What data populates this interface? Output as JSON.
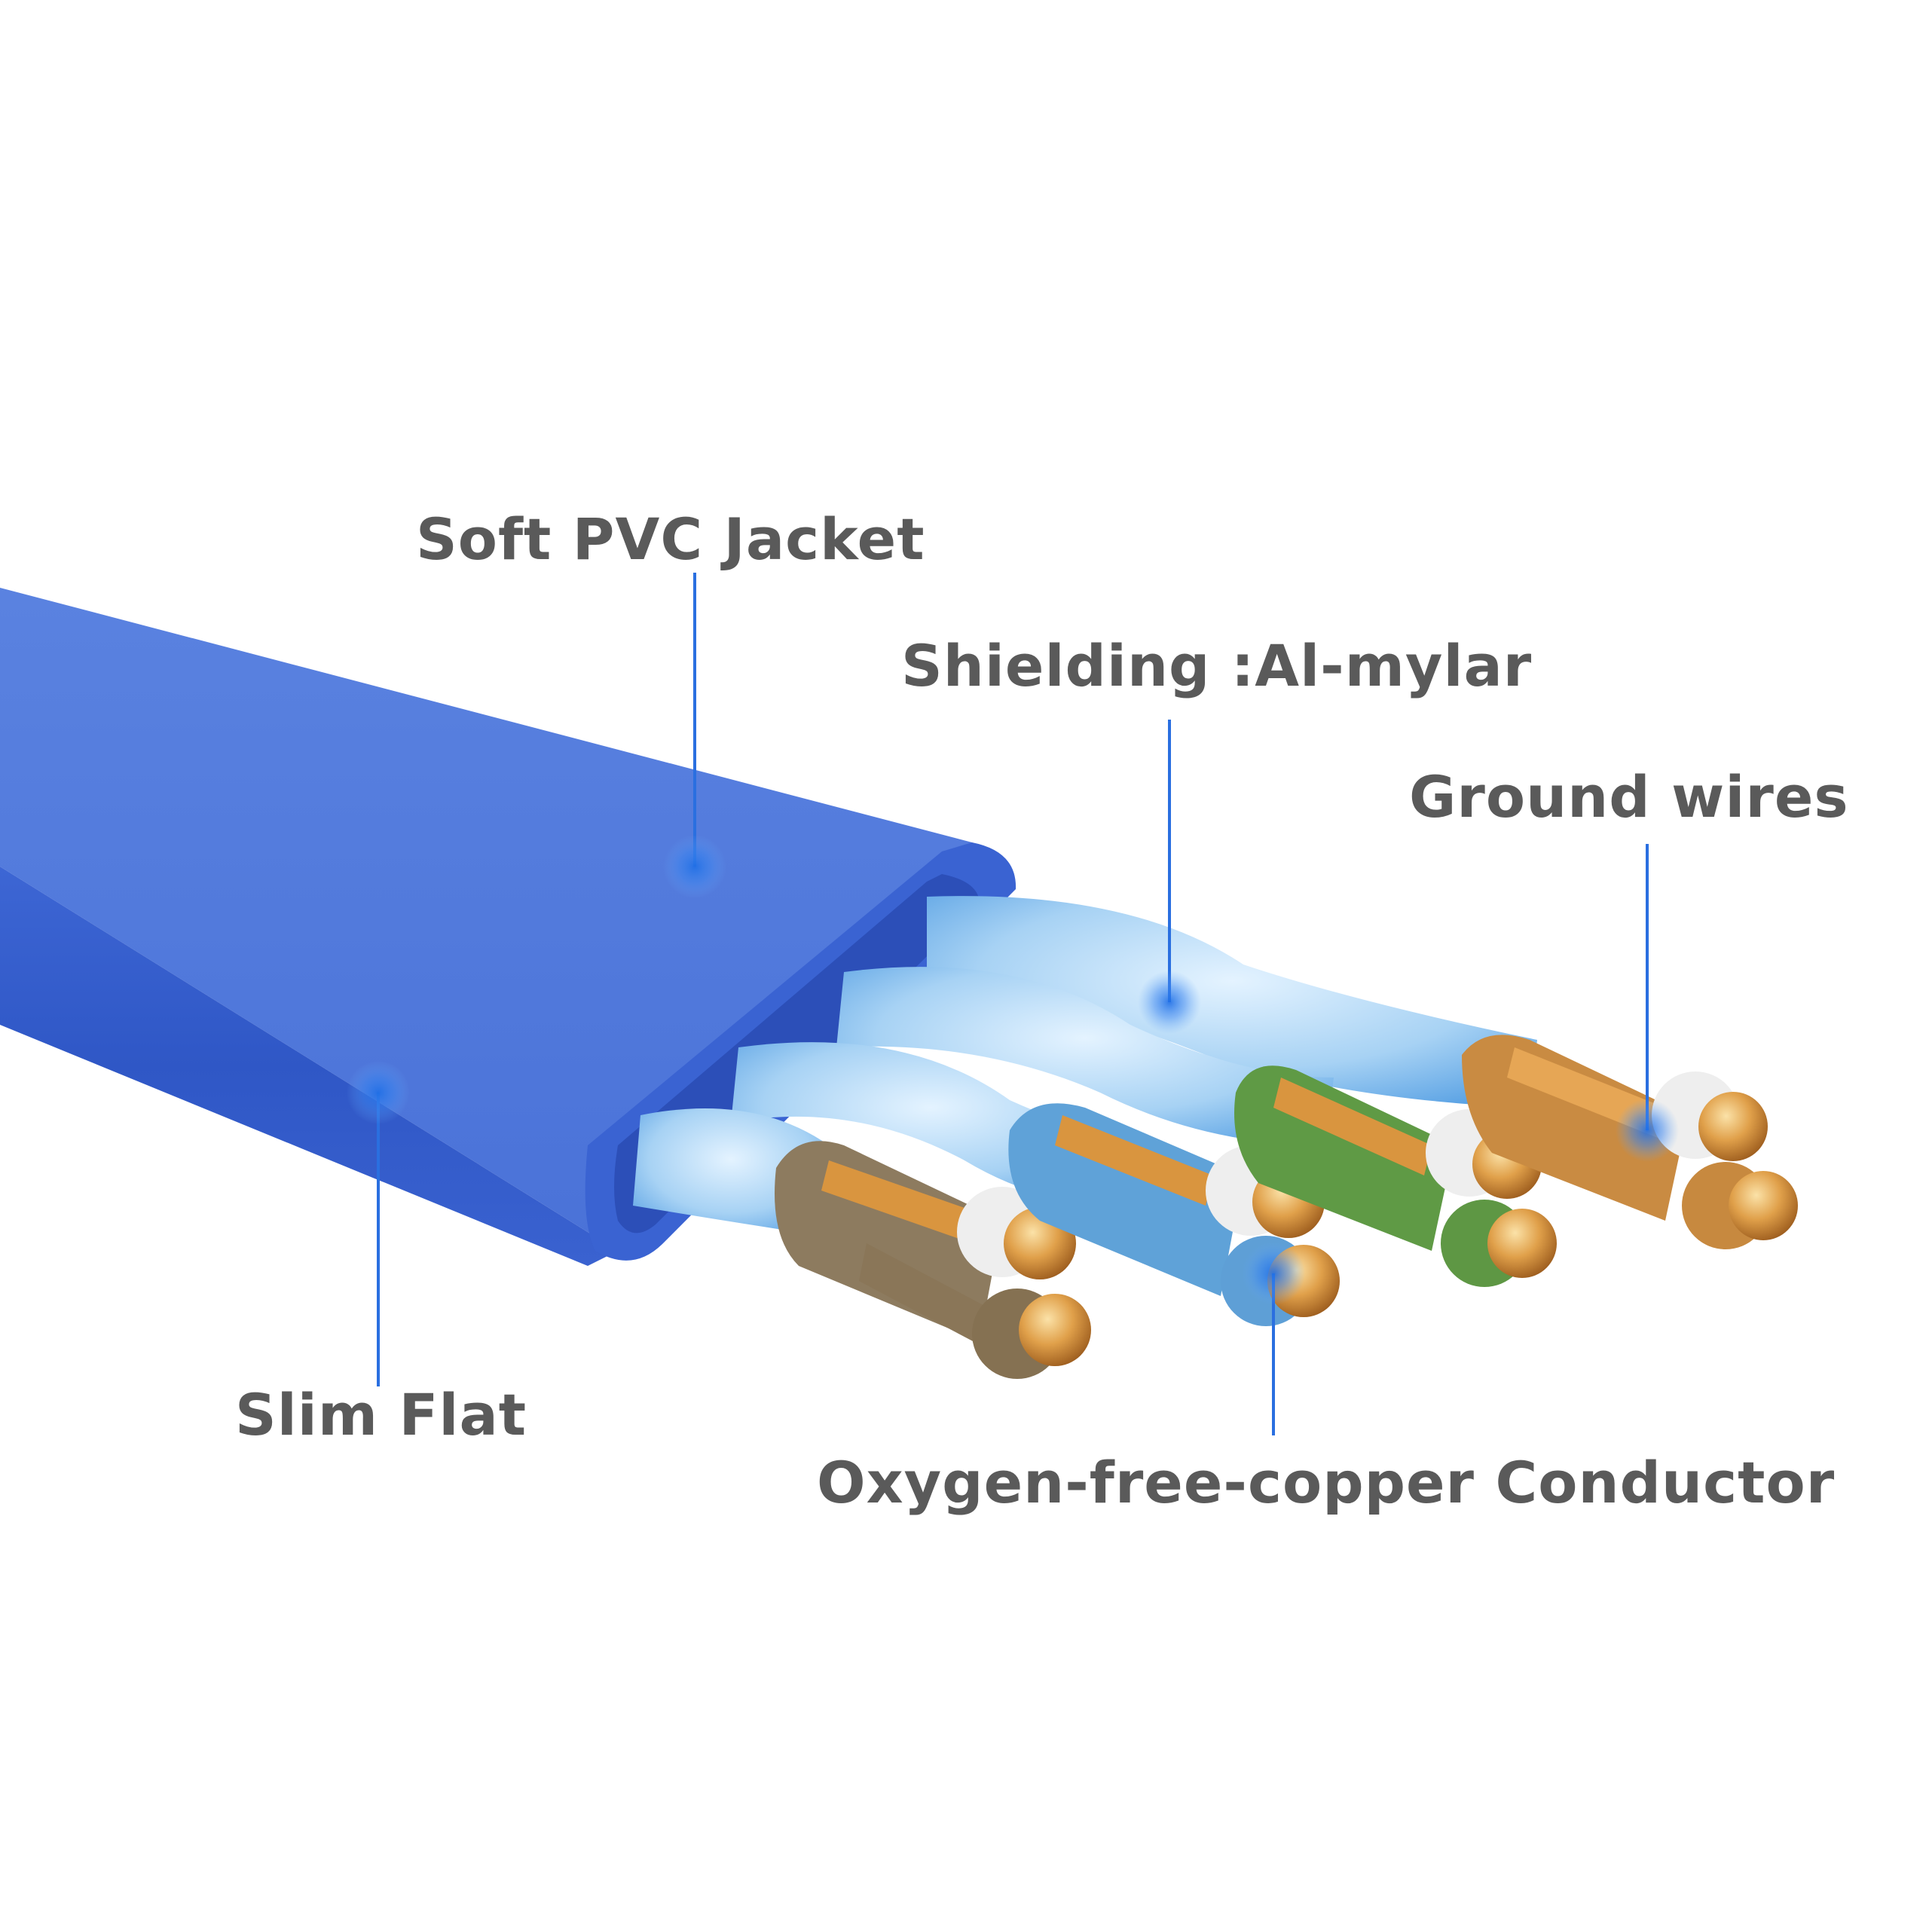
{
  "colors": {
    "jacket": "#4c76da",
    "jacket_dark": "#2f56c8",
    "jacket_edge": "#3a63d2",
    "shield": "#a9d4f5",
    "shield_dark": "#6fb2ea",
    "label_text": "#5a5a5a",
    "leader_line": "#2a6fe0",
    "copper": "#d9953f",
    "copper_light": "#f6cf8a",
    "pair_brown": "#8d7b5f",
    "pair_blue": "#5fa2d8",
    "pair_green": "#5f9a45",
    "pair_orange": "#c98b42",
    "pair_white": "#eeeeee"
  },
  "labels": {
    "jacket": "Soft PVC Jacket",
    "shielding": "Shielding :Al-mylar",
    "ground": "Ground wires",
    "slim": "Slim Flat",
    "conductor": "Oxygen-free-copper Conductor"
  },
  "icons": {
    "marker": "dot-marker-icon"
  }
}
